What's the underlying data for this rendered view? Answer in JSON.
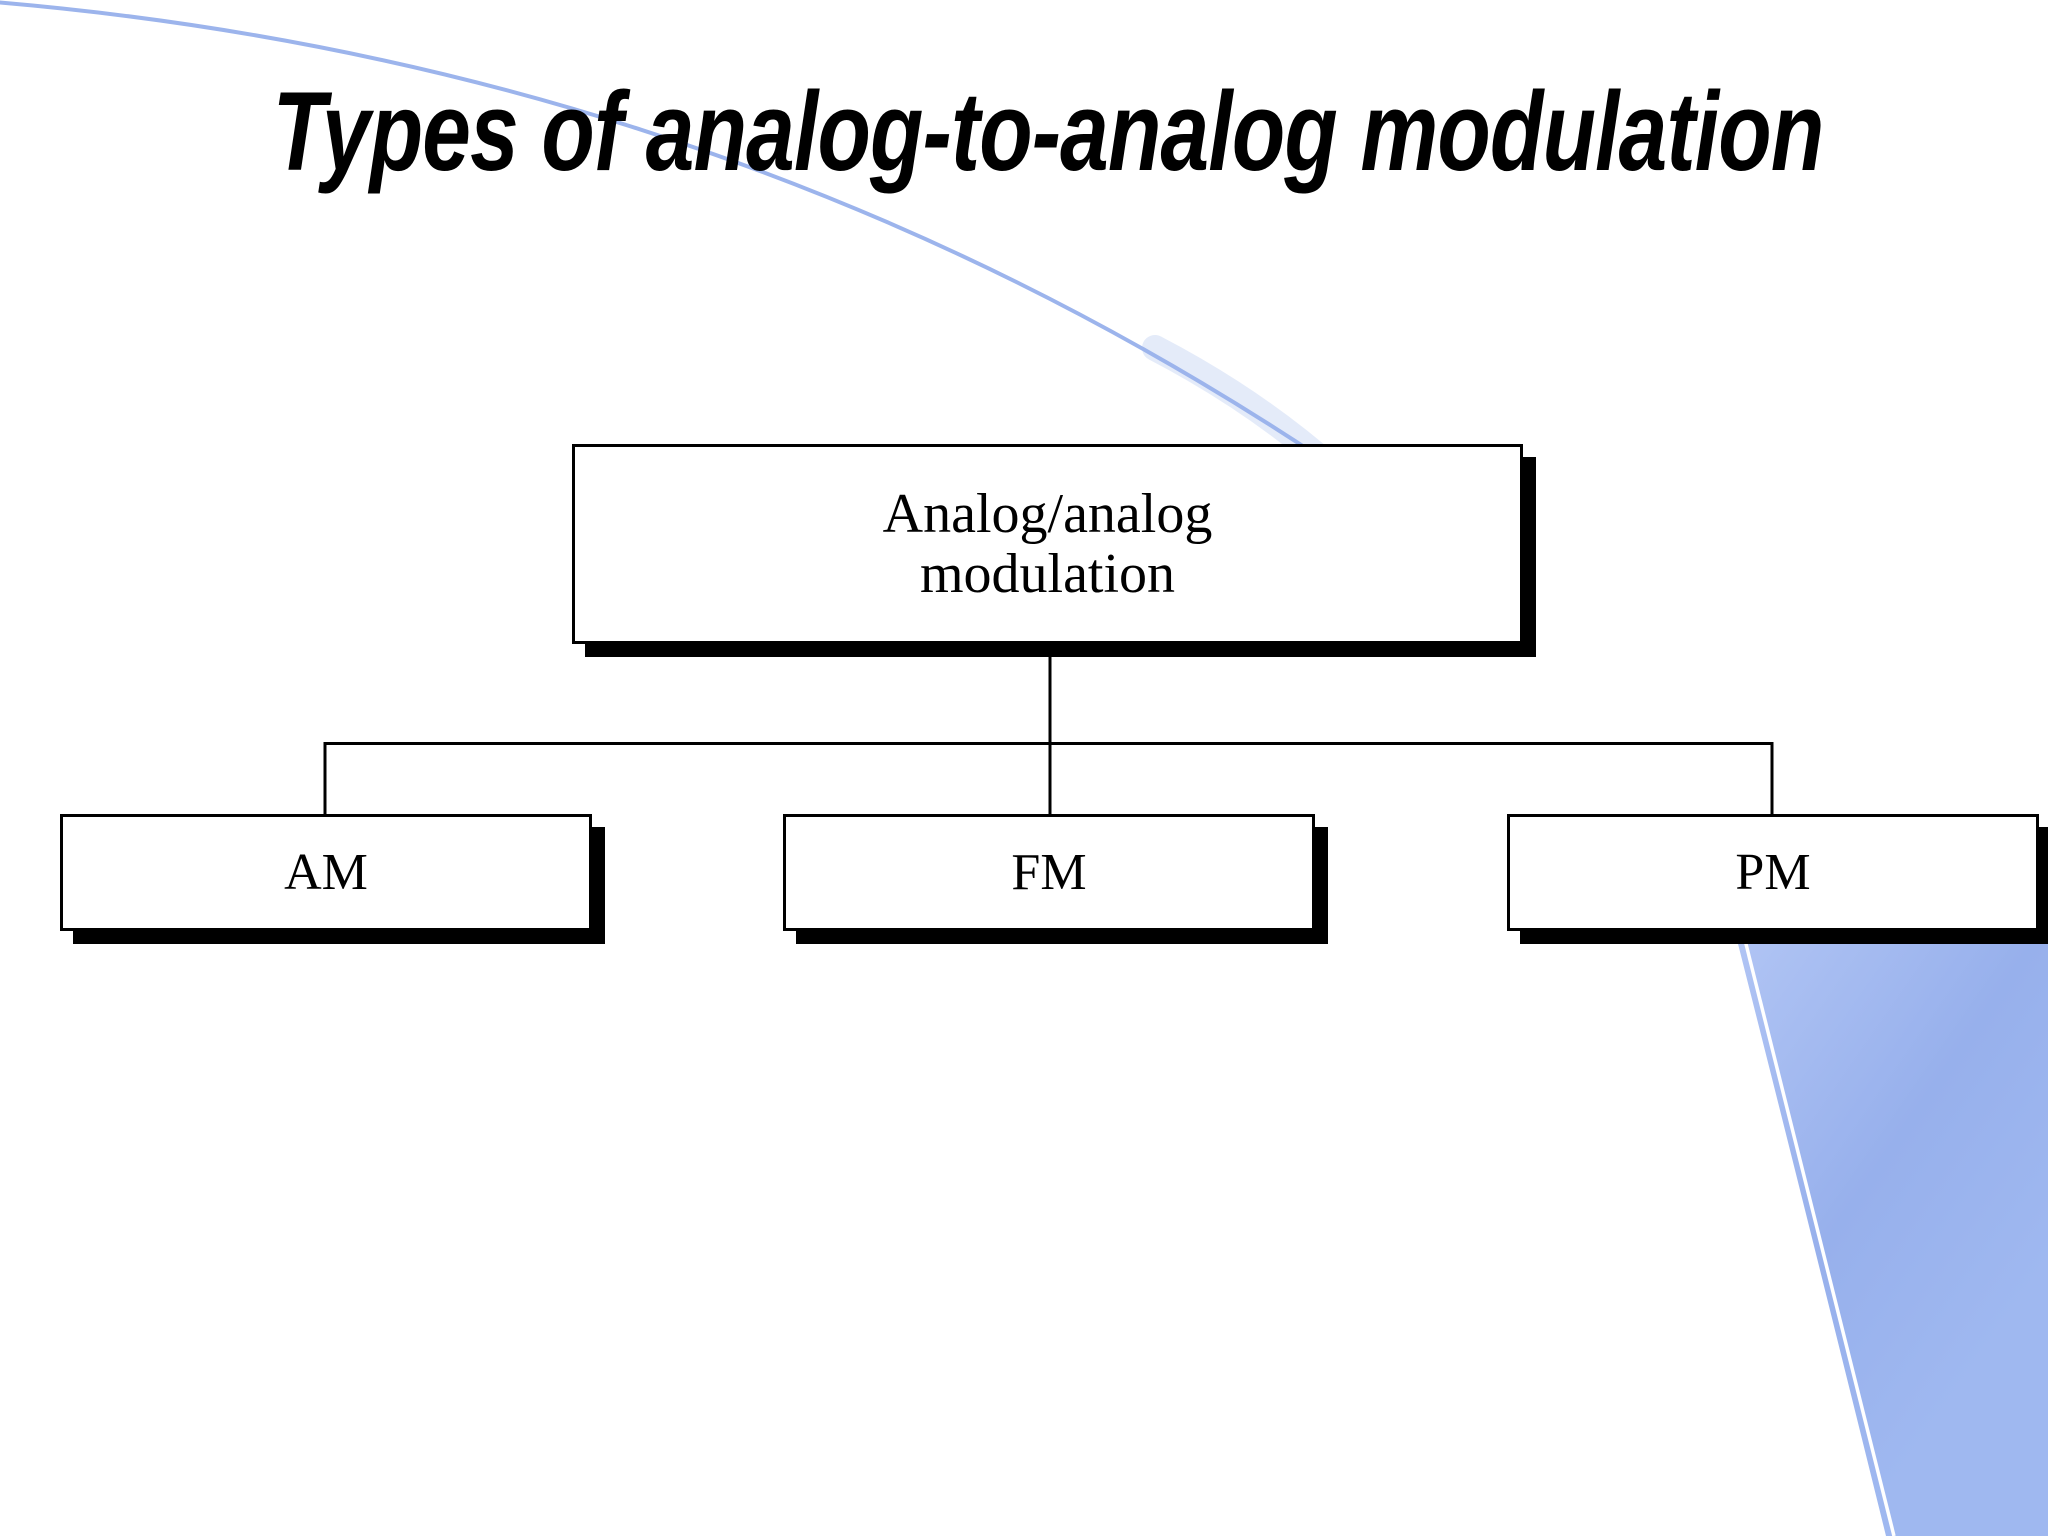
{
  "slide": {
    "title": "Types of analog-to-analog modulation",
    "colors": {
      "background": "#ffffff",
      "decorative_swoosh_blue": "#99b1ec",
      "decorative_arc_blue": "#9cb4ec",
      "swoosh_inner_line": "#ffffff",
      "box_fill": "#ffffff",
      "box_border": "#000000",
      "box_shadow": "#000000",
      "connector": "#000000",
      "title_color": "#000000"
    }
  },
  "diagram": {
    "root": {
      "lines": [
        "Analog/analog",
        "modulation"
      ]
    },
    "children": [
      {
        "label": "AM"
      },
      {
        "label": "FM"
      },
      {
        "label": "PM"
      }
    ]
  }
}
